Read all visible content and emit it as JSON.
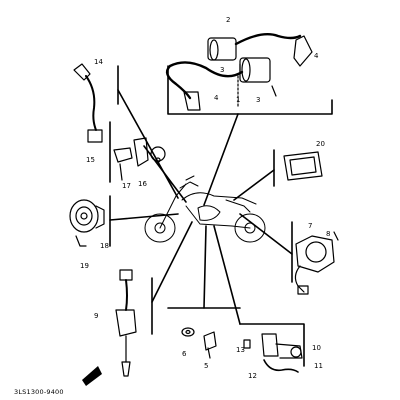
{
  "diagram": {
    "drawing_code": "3LS1300-9400",
    "callouts": [
      {
        "id": "c1",
        "label": "1"
      },
      {
        "id": "c2",
        "label": "2"
      },
      {
        "id": "c3a",
        "label": "3"
      },
      {
        "id": "c3b",
        "label": "3"
      },
      {
        "id": "c4a",
        "label": "4"
      },
      {
        "id": "c4b",
        "label": "4"
      },
      {
        "id": "c5",
        "label": "5"
      },
      {
        "id": "c6",
        "label": "6"
      },
      {
        "id": "c7",
        "label": "7"
      },
      {
        "id": "c8",
        "label": "8"
      },
      {
        "id": "c9",
        "label": "9"
      },
      {
        "id": "c10",
        "label": "10"
      },
      {
        "id": "c11",
        "label": "11"
      },
      {
        "id": "c12",
        "label": "12"
      },
      {
        "id": "c13",
        "label": "13"
      },
      {
        "id": "c14",
        "label": "14"
      },
      {
        "id": "c15",
        "label": "15"
      },
      {
        "id": "c16",
        "label": "16"
      },
      {
        "id": "c17",
        "label": "17"
      },
      {
        "id": "c18",
        "label": "18"
      },
      {
        "id": "c19",
        "label": "19"
      },
      {
        "id": "c20",
        "label": "20"
      }
    ]
  }
}
